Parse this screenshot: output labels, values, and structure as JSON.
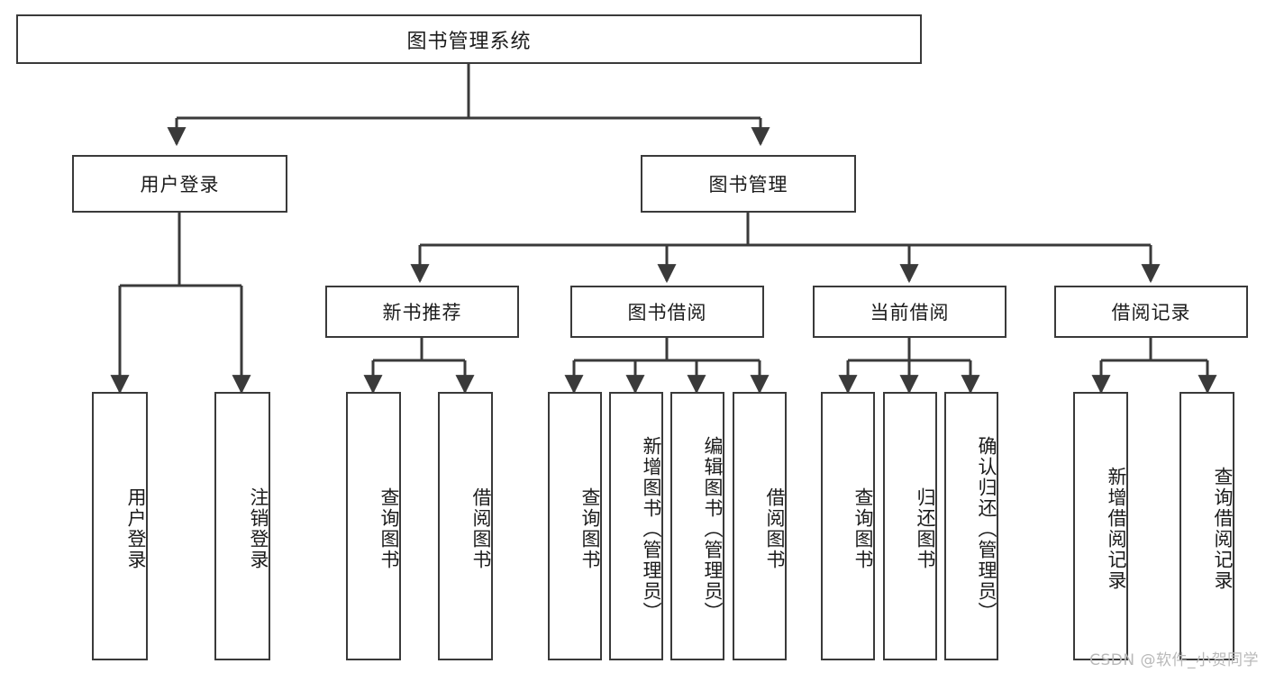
{
  "diagram": {
    "title": "图书管理系统",
    "type": "tree-hierarchy-chart",
    "colors": {
      "box_border": "#3a3a3a",
      "box_fill": "#ffffff",
      "connector": "#3a3a3a",
      "text": "#1b1b1b",
      "watermark": "#b9b9b9"
    },
    "root": {
      "label": "图书管理系统"
    },
    "level2": [
      {
        "id": "user-login",
        "label": "用户登录"
      },
      {
        "id": "book-management",
        "label": "图书管理"
      }
    ],
    "level3": [
      {
        "id": "new-book-recommend",
        "label": "新书推荐",
        "parent": "book-management"
      },
      {
        "id": "book-borrow",
        "label": "图书借阅",
        "parent": "book-management"
      },
      {
        "id": "current-borrow",
        "label": "当前借阅",
        "parent": "book-management"
      },
      {
        "id": "borrow-record",
        "label": "借阅记录",
        "parent": "book-management"
      }
    ],
    "leaves": [
      {
        "id": "leaf-user-login",
        "label": "用户登录",
        "parent": "user-login"
      },
      {
        "id": "leaf-logout",
        "label": "注销登录",
        "parent": "user-login"
      },
      {
        "id": "leaf-query-book-1",
        "label": "查询图书",
        "parent": "new-book-recommend"
      },
      {
        "id": "leaf-borrow-book-1",
        "label": "借阅图书",
        "parent": "new-book-recommend"
      },
      {
        "id": "leaf-query-book-2",
        "label": "查询图书",
        "parent": "book-borrow"
      },
      {
        "id": "leaf-add-book",
        "label": "新增图书（管理员）",
        "parent": "book-borrow"
      },
      {
        "id": "leaf-edit-book",
        "label": "编辑图书（管理员）",
        "parent": "book-borrow"
      },
      {
        "id": "leaf-borrow-book-2",
        "label": "借阅图书",
        "parent": "book-borrow"
      },
      {
        "id": "leaf-query-book-3",
        "label": "查询图书",
        "parent": "current-borrow"
      },
      {
        "id": "leaf-return-book",
        "label": "归还图书",
        "parent": "current-borrow"
      },
      {
        "id": "leaf-confirm-return",
        "label": "确认归还（管理员）",
        "parent": "current-borrow"
      },
      {
        "id": "leaf-add-record",
        "label": "新增借阅记录",
        "parent": "borrow-record"
      },
      {
        "id": "leaf-query-record",
        "label": "查询借阅记录",
        "parent": "borrow-record"
      }
    ],
    "watermark": "CSDN @软件_小贺同学"
  }
}
